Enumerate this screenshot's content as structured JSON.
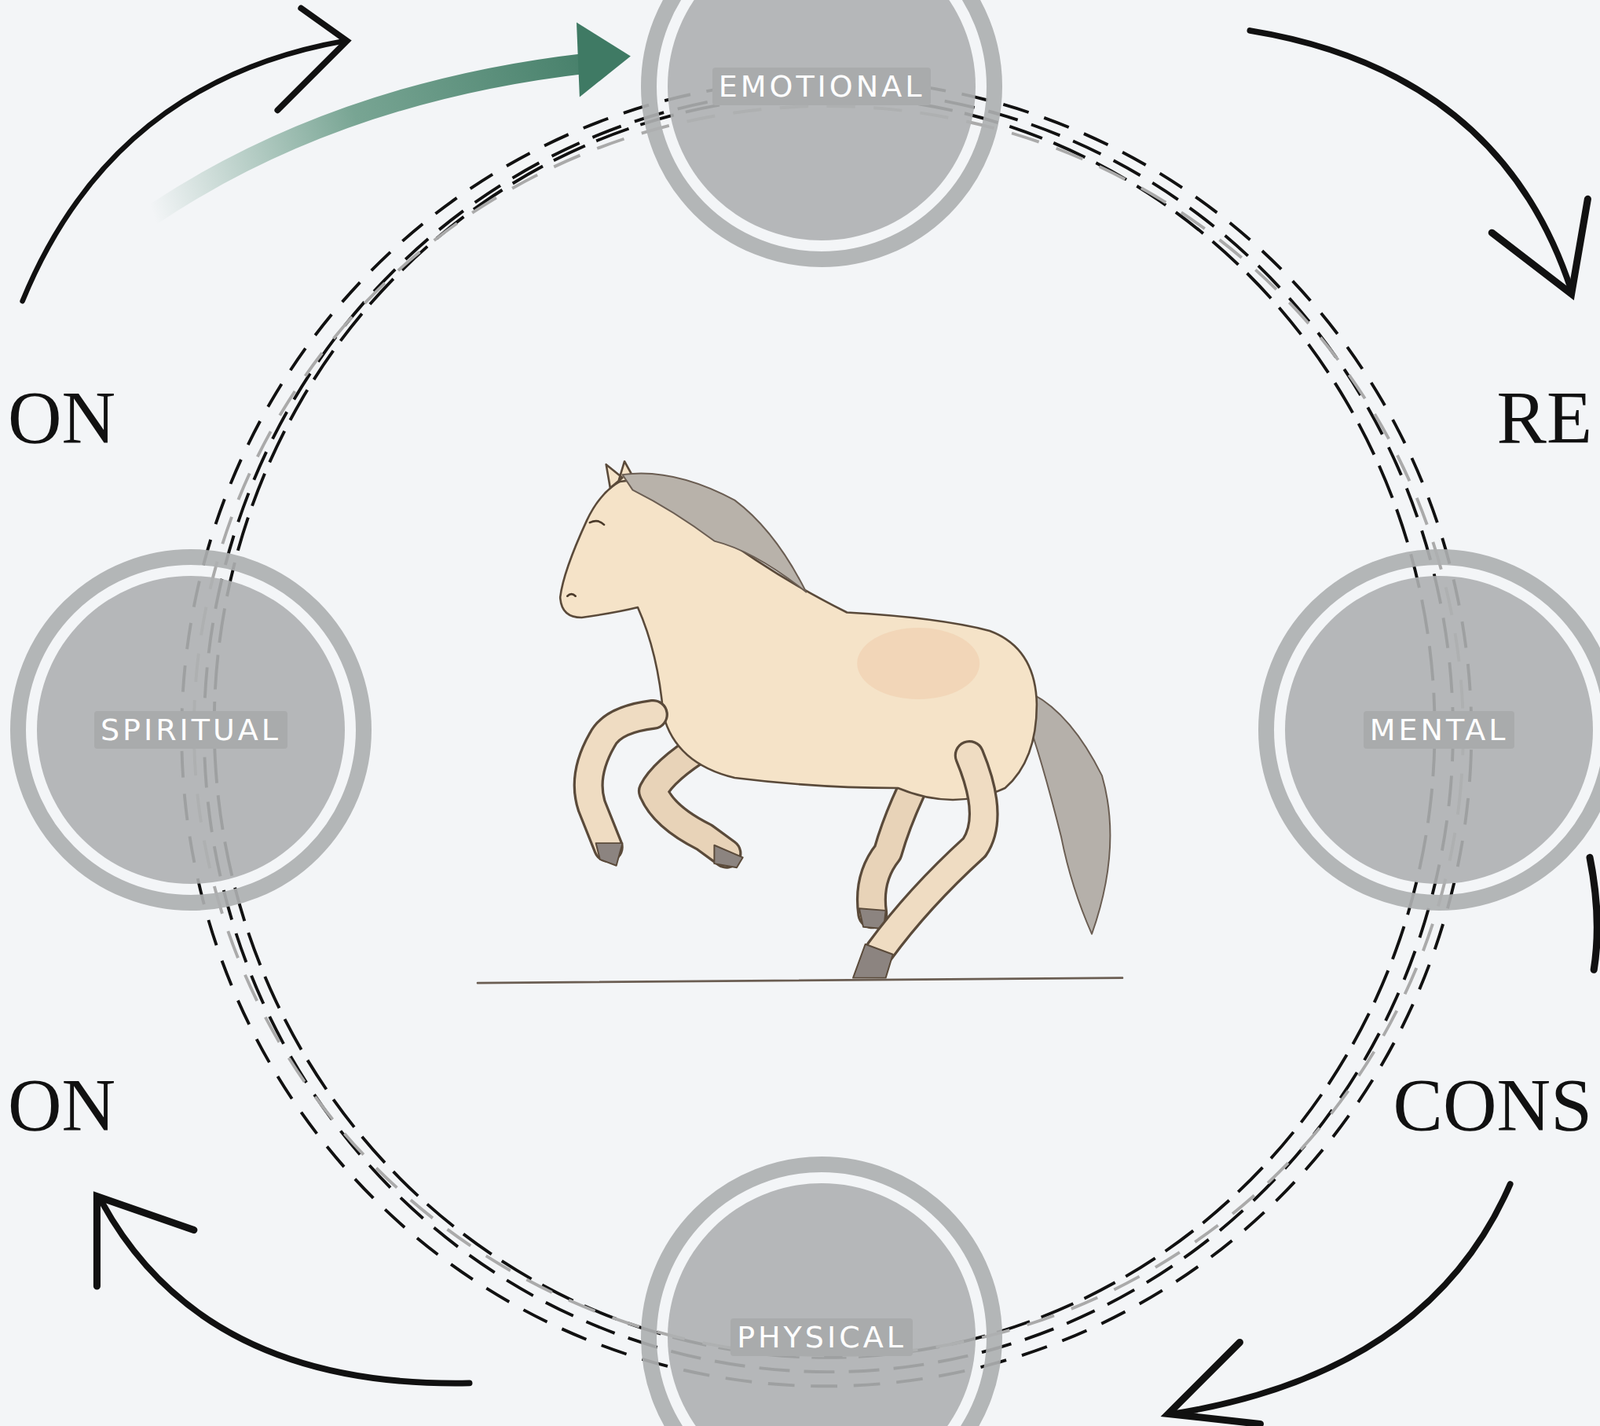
{
  "diagram": {
    "nodes": [
      {
        "text": [
          "EMOTIONAL"
        ]
      },
      {
        "text": [
          "SPIRITUAL"
        ]
      },
      {
        "text": [
          "MENTAL"
        ]
      },
      {
        "text": [
          "PHYSICAL"
        ]
      }
    ],
    "labels": [
      "ON",
      "RE",
      "ON",
      "CONS"
    ]
  }
}
